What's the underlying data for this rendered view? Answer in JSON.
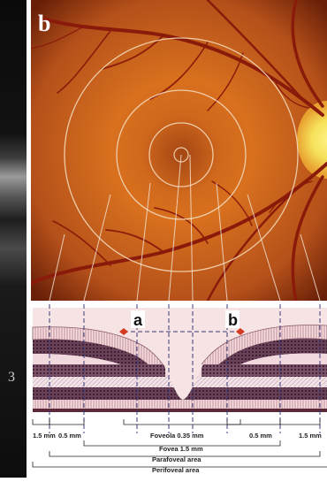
{
  "panel_label": "b",
  "left_panel_fragment": "3",
  "markers": {
    "a": "a",
    "b": "b"
  },
  "measurements": {
    "left_outer": "1.5 mm",
    "left_inner": "0.5 mm",
    "foveola": "Foveola 0.35 mm",
    "right_inner": "0.5 mm",
    "right_outer": "1.5 mm"
  },
  "regions": {
    "fovea": "Fovea 1.5 mm",
    "parafoveal": "Parafoveal area",
    "perifoveal": "Perifoveal area"
  },
  "colors": {
    "fundus_center": "#d8701e",
    "fundus_edge": "#7a2a0a",
    "optic_disc": "#f6e15a",
    "vessel": "#8a1a0a",
    "retina_pink": "#f2d2d2",
    "dark_layer": "#4a2a40",
    "marker_red": "#d43a20"
  }
}
